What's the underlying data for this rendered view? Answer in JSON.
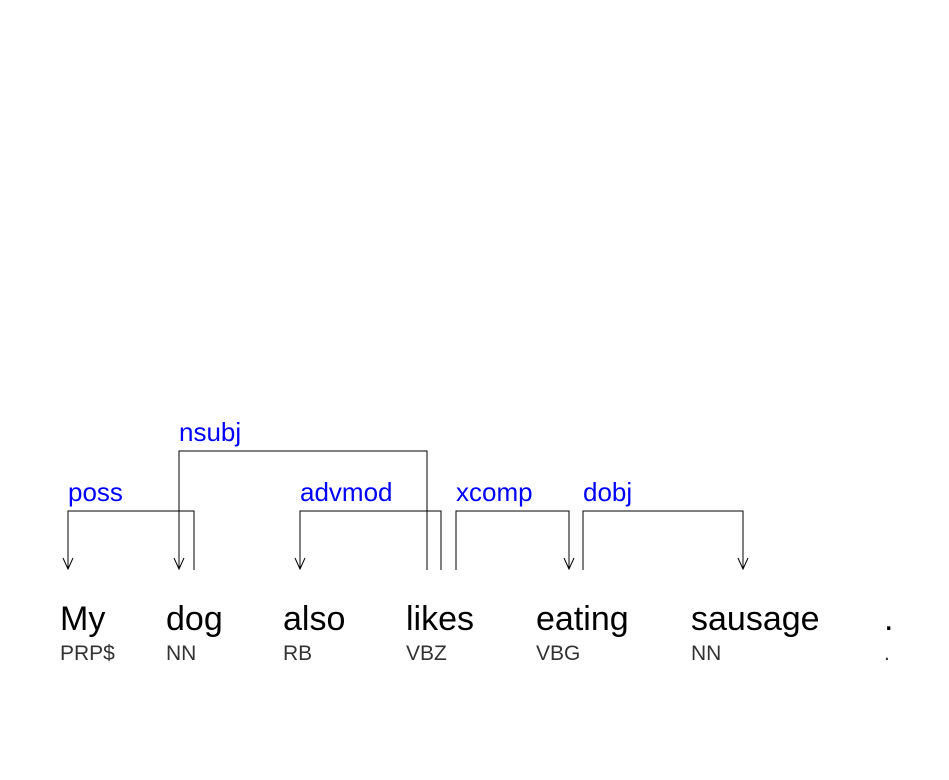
{
  "tokens": [
    {
      "word": "My",
      "tag": "PRP$"
    },
    {
      "word": "dog",
      "tag": "NN"
    },
    {
      "word": "also",
      "tag": "RB"
    },
    {
      "word": "likes",
      "tag": "VBZ"
    },
    {
      "word": "eating",
      "tag": "VBG"
    },
    {
      "word": "sausage",
      "tag": "NN"
    },
    {
      "word": ".",
      "tag": "."
    }
  ],
  "arcs": [
    {
      "label": "poss",
      "head": 1,
      "dependent": 0
    },
    {
      "label": "nsubj",
      "head": 3,
      "dependent": 1
    },
    {
      "label": "advmod",
      "head": 3,
      "dependent": 2
    },
    {
      "label": "xcomp",
      "head": 3,
      "dependent": 4
    },
    {
      "label": "dobj",
      "head": 4,
      "dependent": 5
    }
  ],
  "colors": {
    "word": "#000000",
    "tag": "#333333",
    "label": "#0000ff",
    "arc": "#000000"
  }
}
